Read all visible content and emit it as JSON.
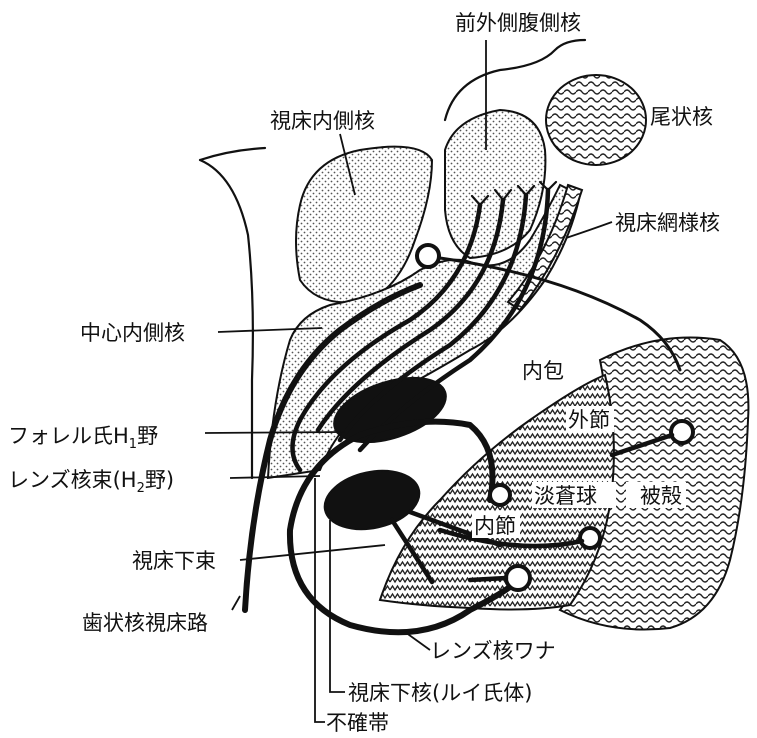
{
  "labels": {
    "anterolateral_ventral": "前外側腹側核",
    "medial_thalamic": "視床内側核",
    "caudate": "尾状核",
    "reticular_thalamic": "視床網様核",
    "centromedian": "中心内側核",
    "internal_capsule": "内包",
    "forel_h1": "フォレル氏H",
    "forel_h1_sub": "1",
    "forel_h1_tail": "野",
    "lenticular_fasciculus": "レンズ核束(H",
    "lenticular_fasciculus_sub": "2",
    "lenticular_fasciculus_tail": "野)",
    "globus_external": "外節",
    "globus_pallidus": "淡蒼球",
    "putamen": "被殻",
    "globus_internal": "内節",
    "subthalamic_fasciculus": "視床下束",
    "dentatothalamic": "歯状核視床路",
    "ansa_lenticularis": "レンズ核ワナ",
    "subthalamic_nucleus": "視床下核(ルイ氏体)",
    "zona_incerta": "不確帯"
  },
  "colors": {
    "ink": "#111111",
    "paper": "#ffffff"
  }
}
